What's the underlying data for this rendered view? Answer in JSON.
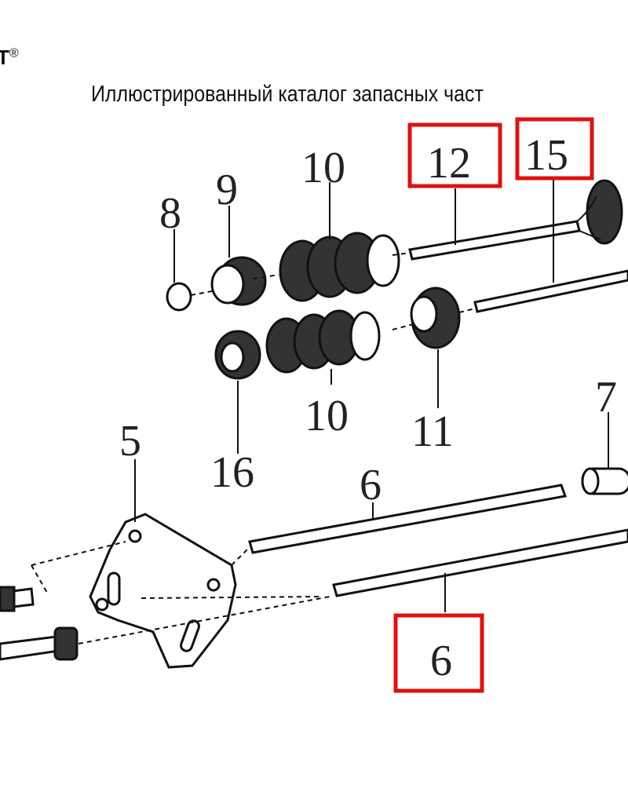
{
  "header": {
    "logo_text": "T",
    "logo_mark": "®",
    "title": "Иллюстрированный каталог запасных част"
  },
  "diagram": {
    "labels": {
      "p8": "8",
      "p9": "9",
      "p10a": "10",
      "p12": "12",
      "p15": "15",
      "p10b": "10",
      "p11": "11",
      "p16": "16",
      "p5": "5",
      "p6a": "6",
      "p7": "7",
      "p6b": "6"
    },
    "highlighted": [
      "12",
      "15",
      "6"
    ],
    "highlight_color": "#e01010"
  }
}
